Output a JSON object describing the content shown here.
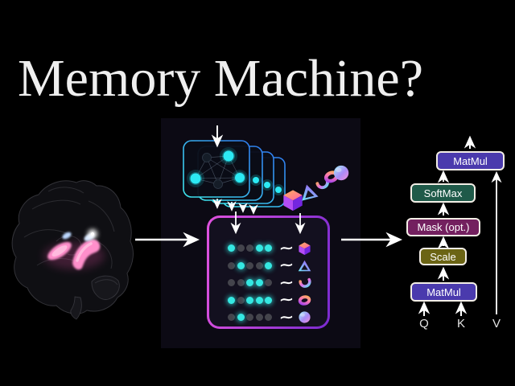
{
  "title": "Memory Machine?",
  "memory_box": {
    "tilde": "~",
    "rows": [
      {
        "pattern": [
          1,
          0,
          0,
          1,
          1
        ],
        "shape": "cube"
      },
      {
        "pattern": [
          0,
          1,
          0,
          0,
          1
        ],
        "shape": "triangle"
      },
      {
        "pattern": [
          0,
          0,
          1,
          1,
          0
        ],
        "shape": "crescent"
      },
      {
        "pattern": [
          1,
          0,
          1,
          1,
          1
        ],
        "shape": "torus"
      },
      {
        "pattern": [
          0,
          1,
          0,
          0,
          0
        ],
        "shape": "sphere"
      }
    ],
    "colors": {
      "dot_on": "#35e8e2",
      "dot_off": "#44444c",
      "border_start": "#e052de",
      "border_end": "#7a2bd0",
      "background": "#13101f"
    }
  },
  "attention_stack": {
    "boxes": [
      {
        "id": "matmul-top",
        "label": "MatMul",
        "color": "#4a3aad"
      },
      {
        "id": "softmax",
        "label": "SoftMax",
        "color": "#1f5a49"
      },
      {
        "id": "mask",
        "label": "Mask (opt.)",
        "color": "#73205f"
      },
      {
        "id": "scale",
        "label": "Scale",
        "color": "#6b6414"
      },
      {
        "id": "matmul-bottom",
        "label": "MatMul",
        "color": "#4a3aad"
      }
    ],
    "inputs": [
      "Q",
      "K",
      "V"
    ]
  },
  "icons": {
    "left": "brain-hippocampus-icon",
    "top_middle": "neural-network-card-stack",
    "shape_set": [
      "cube",
      "triangle",
      "crescent",
      "torus",
      "sphere"
    ]
  },
  "colors": {
    "background": "#000000",
    "accent_cyan": "#35e8e2",
    "card_border_start": "#3fe8ee",
    "card_border_end": "#2f7df0",
    "arrow": "#ffffff"
  }
}
